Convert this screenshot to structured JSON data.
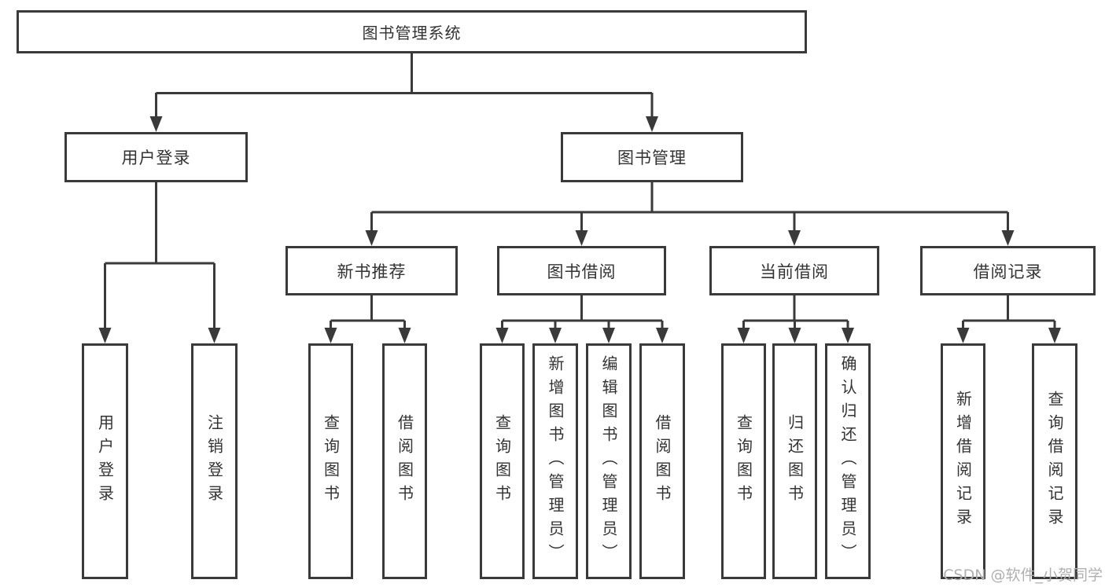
{
  "diagram": {
    "root": {
      "label": "图书管理系统"
    },
    "branches": {
      "user_login": {
        "label": "用户登录"
      },
      "book_mgmt": {
        "label": "图书管理"
      }
    },
    "sections": {
      "new_books": {
        "label": "新书推荐"
      },
      "book_borrow": {
        "label": "图书借阅"
      },
      "current_borrow": {
        "label": "当前借阅"
      },
      "borrow_records": {
        "label": "借阅记录"
      }
    },
    "leaves": {
      "user_login": [
        "用户登录",
        "注销登录"
      ],
      "new_books": [
        "查询图书",
        "借阅图书"
      ],
      "book_borrow": [
        "查询图书",
        "新增图书（管理员）",
        "编辑图书（管理员）",
        "借阅图书"
      ],
      "current_borrow": [
        "查询图书",
        "归还图书",
        "确认归还（管理员）"
      ],
      "borrow_records": [
        "新增借阅记录",
        "查询借阅记录"
      ]
    },
    "watermark": {
      "label": "CSDN @软件_小贺同学"
    },
    "colors": {
      "line": "#3a3a3a",
      "text": "#333333",
      "background": "#ffffff",
      "watermark": "#b0b0b0"
    }
  }
}
